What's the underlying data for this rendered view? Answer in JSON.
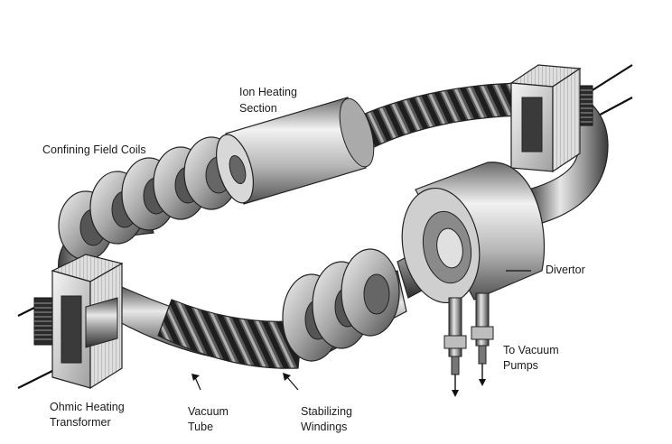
{
  "labels": {
    "ion_heating": [
      "Ion Heating",
      "Section"
    ],
    "confining": "Confining Field Coils",
    "divertor": "Divertor",
    "vacuum_pumps": [
      "To Vacuum",
      "Pumps"
    ],
    "ohmic": [
      "Ohmic Heating",
      "Transformer"
    ],
    "vacuum_tube": [
      "Vacuum",
      "Tube"
    ],
    "stabilizing": [
      "Stabilizing",
      "Windings"
    ]
  },
  "colors": {
    "metal_dark": "#3a3a3a",
    "metal_mid": "#8c8c8c",
    "metal_light": "#e6e6e6",
    "line": "#222222",
    "lamination": "#cfcfcf"
  }
}
